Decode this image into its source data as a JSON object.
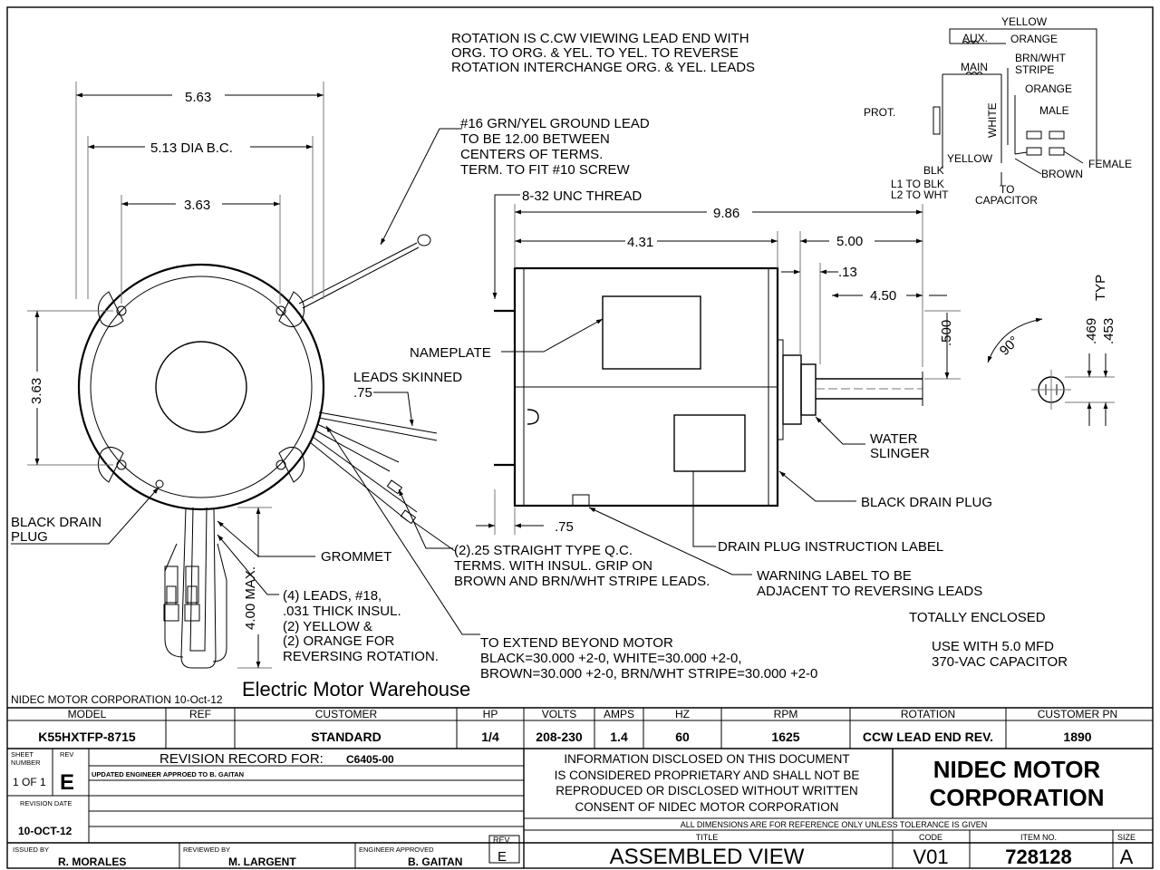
{
  "notes": {
    "rotation": [
      "ROTATION IS C.CW VIEWING LEAD END WITH",
      "ORG. TO ORG. & YEL. TO YEL. TO REVERSE",
      "ROTATION INTERCHANGE ORG. & YEL. LEADS"
    ],
    "ground_lead": [
      "#16 GRN/YEL GROUND LEAD",
      "TO BE 12.00 BETWEEN",
      "CENTERS OF TERMS.",
      "TERM. TO FIT #10 SCREW"
    ],
    "thread": "8-32 UNC THREAD",
    "nameplate": "NAMEPLATE",
    "leads_skinned": [
      "LEADS SKINNED",
      ".75"
    ],
    "water_slinger": [
      "WATER",
      "SLINGER"
    ],
    "black_drain_plug_right": "BLACK DRAIN PLUG",
    "black_drain_plug_left": [
      "BLACK DRAIN",
      "PLUG"
    ],
    "grommet": "GROMMET",
    "terminals": [
      "(2).25 STRAIGHT TYPE Q.C.",
      "TERMS. WITH INSUL. GRIP ON",
      "BROWN AND BRN/WHT STRIPE LEADS."
    ],
    "drain_label": "DRAIN PLUG INSTRUCTION LABEL",
    "warning_label": [
      "WARNING LABEL TO BE",
      "ADJACENT TO REVERSING LEADS"
    ],
    "totally_enclosed": "TOTALLY ENCLOSED",
    "capacitor": [
      "USE WITH 5.0 MFD",
      "370-VAC CAPACITOR"
    ],
    "leads": [
      "(4) LEADS, #18,",
      ".031 THICK INSUL.",
      "(2) YELLOW &",
      "(2) ORANGE FOR",
      "REVERSING ROTATION."
    ],
    "extend": [
      "TO EXTEND BEYOND MOTOR",
      "BLACK=30.000 +2-0, WHITE=30.000 +2-0,",
      "BROWN=30.000 +2-0, BRN/WHT STRIPE=30.000 +2-0"
    ]
  },
  "dimensions": {
    "d563": "5.63",
    "d513": "5.13 DIA B.C.",
    "d363_top": "3.63",
    "d363_side": "3.63",
    "d986": "9.86",
    "d431": "4.31",
    "d500": "5.00",
    "d013": ".13",
    "d450": "4.50",
    "d075": ".75",
    "d4max": "4.00 MAX.",
    "d0500": ".500",
    "d469": ".469",
    "d453": ".453",
    "deg90": "90°",
    "typ": "TYP"
  },
  "wiring": {
    "yellow_top": "YELLOW",
    "aux": "AUX.",
    "orange_top": "ORANGE",
    "main": "MAIN",
    "brn_wht": [
      "BRN/WHT",
      "STRIPE"
    ],
    "orange_mid": "ORANGE",
    "male": "MALE",
    "prot": "PROT.",
    "white": "WHITE",
    "yellow_bottom": "YELLOW",
    "female": "FEMALE",
    "brown": "BROWN",
    "blk": "BLK",
    "l1": "L1 TO BLK",
    "l2": "L2 TO WHT",
    "to_capacitor": [
      "TO",
      "CAPACITOR"
    ]
  },
  "title_block": {
    "nidec_line": "NIDEC MOTOR CORPORATION 10-Oct-12",
    "watermark": "Electric Motor Warehouse",
    "headers": [
      "MODEL",
      "REF",
      "CUSTOMER",
      "HP",
      "VOLTS",
      "AMPS",
      "HZ",
      "RPM",
      "ROTATION",
      "CUSTOMER PN"
    ],
    "values": [
      "K55HXTFP-8715",
      "",
      "STANDARD",
      "1/4",
      "208-230",
      "1.4",
      "60",
      "1625",
      "CCW LEAD END REV.",
      "1890"
    ],
    "sheet_label": [
      "SHEET",
      "NUMBER"
    ],
    "sheet_value": "1 OF 1",
    "rev_label": "REV",
    "rev_value": "E",
    "revision_record_label": "REVISION RECORD FOR:",
    "revision_record_value": "C6405-00",
    "revision_note": "UPDATED ENGINEER APPROED TO B. GAITAN",
    "revision_date_label": "REVISION DATE",
    "revision_date": "10-OCT-12",
    "proprietary": [
      "INFORMATION DISCLOSED ON THIS DOCUMENT",
      "IS CONSIDERED PROPRIETARY AND SHALL NOT BE",
      "REPRODUCED OR DISCLOSED WITHOUT WRITTEN",
      "CONSENT OF NIDEC MOTOR CORPORATION"
    ],
    "company": [
      "NIDEC MOTOR",
      "CORPORATION"
    ],
    "dimensions_note": "ALL DIMENSIONS ARE FOR REFERENCE ONLY UNLESS TOLERANCE IS GIVEN",
    "issued_by_label": "ISSUED BY",
    "issued_by": "R. MORALES",
    "reviewed_by_label": "REVIEWED BY",
    "reviewed_by": "M. LARGENT",
    "engineer_label": "ENGINEER APPROVED",
    "engineer": "B. GAITAN",
    "rev_box_label": "REV.",
    "rev_box_value": "E",
    "title_label": "TITLE",
    "title": "ASSEMBLED VIEW",
    "code_label": "CODE",
    "code": "V01",
    "item_label": "ITEM NO.",
    "item": "728128",
    "size_label": "SIZE",
    "size": "A"
  }
}
